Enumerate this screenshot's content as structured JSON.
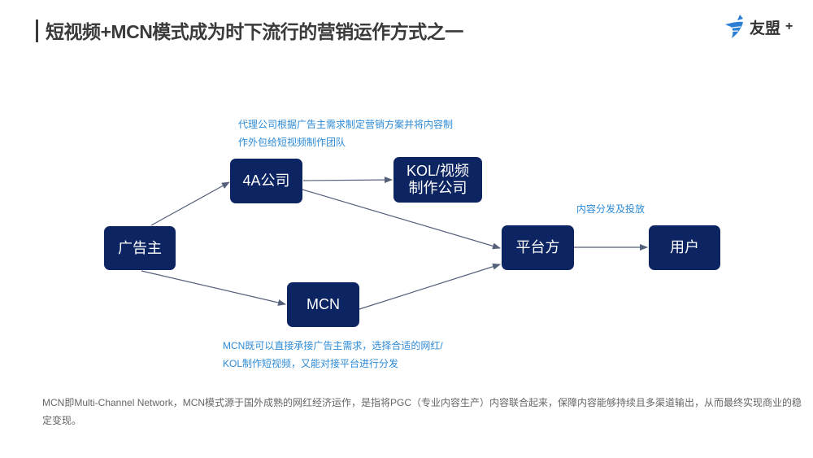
{
  "header": {
    "title": "短视频+MCN模式成为时下流行的营销运作方式之一",
    "logo": {
      "icon": "youmeng-bird-icon",
      "text": "友盟",
      "suffix": "+"
    }
  },
  "diagram": {
    "nodes": {
      "advertiser": "广告主",
      "agency": "4A公司",
      "kol_line1": "KOL/视频",
      "kol_line2": "制作公司",
      "platform": "平台方",
      "user": "用户",
      "mcn": "MCN"
    },
    "edges": [
      {
        "from": "advertiser",
        "to": "agency"
      },
      {
        "from": "agency",
        "to": "kol"
      },
      {
        "from": "agency",
        "to": "platform"
      },
      {
        "from": "advertiser",
        "to": "mcn"
      },
      {
        "from": "mcn",
        "to": "platform"
      },
      {
        "from": "platform",
        "to": "user"
      }
    ],
    "notes": {
      "agency_line1": "代理公司根据广告主需求制定营销方案并将内容制",
      "agency_line2": "作外包给短视频制作团队",
      "platform": "内容分发及投放",
      "mcn_line1": "MCN既可以直接承接广告主需求，选择合适的网红/",
      "mcn_line2": "KOL制作短视频，又能对接平台进行分发"
    },
    "colors": {
      "node": "#0c2461",
      "note": "#2e8bd6",
      "edge": "#55607a"
    }
  },
  "footer": {
    "text": "MCN即Multi-Channel Network，MCN模式源于国外成熟的网红经济运作，是指将PGC（专业内容生产）内容联合起来，保障内容能够持续且多渠道输出，从而最终实现商业的稳定变现。"
  }
}
